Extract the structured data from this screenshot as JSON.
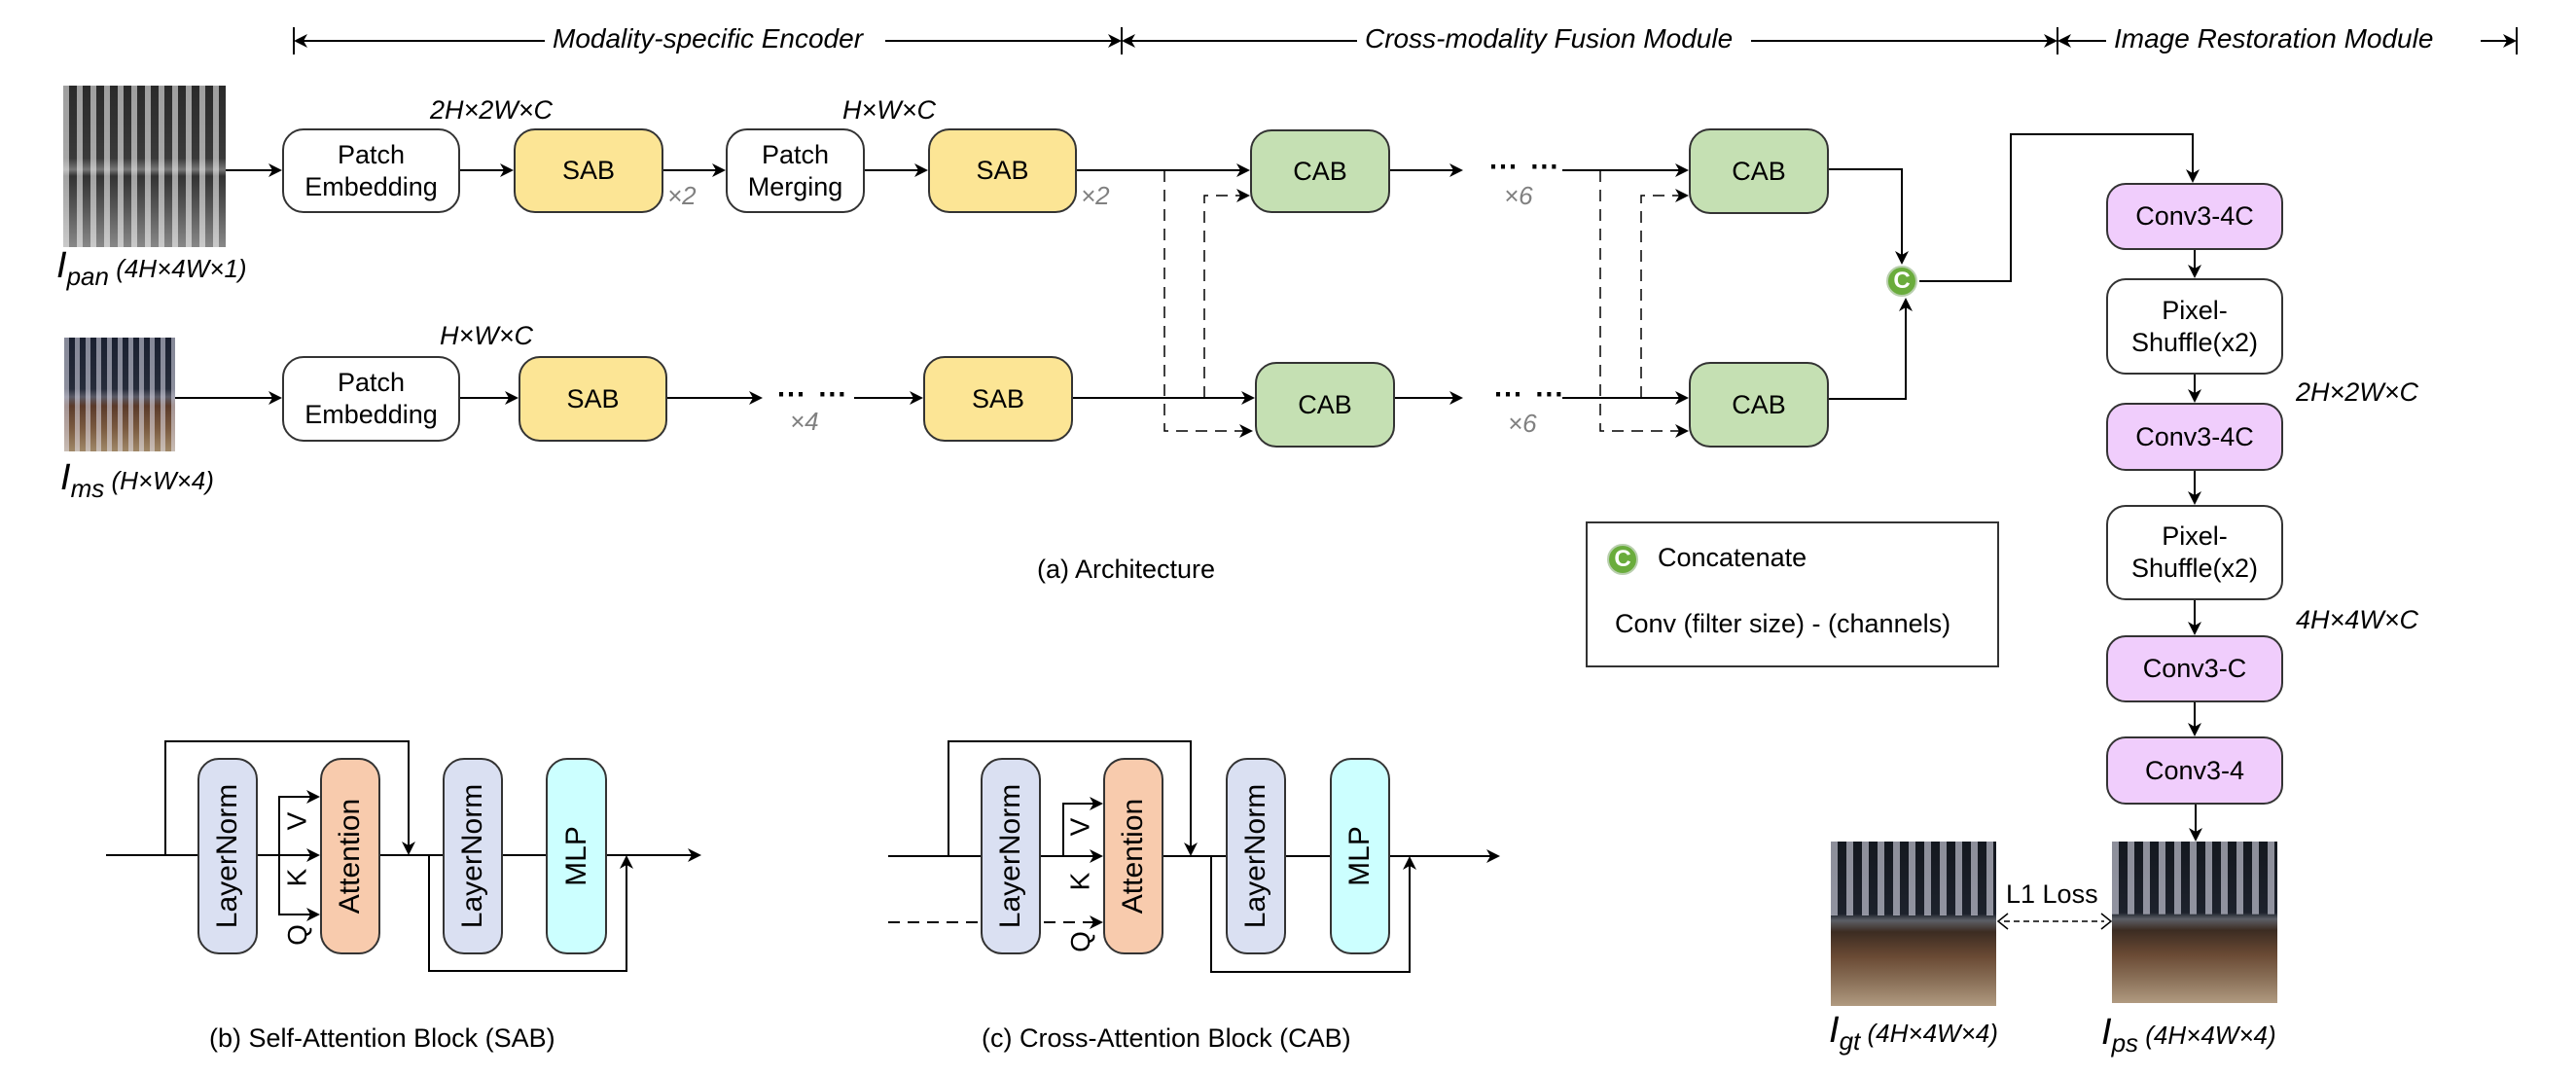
{
  "headers": {
    "encoder": "Modality-specific Encoder",
    "fusion": "Cross-modality Fusion Module",
    "restoration": "Image Restoration Module"
  },
  "inputs": {
    "pan": {
      "symbol": "I",
      "sub": "pan",
      "shape": "(4H×4W×1)"
    },
    "ms": {
      "symbol": "I",
      "sub": "ms",
      "shape": "(H×W×4)"
    }
  },
  "pan_branch": {
    "patch_embedding": "Patch\nEmbedding",
    "dim1": "2H×2W×C",
    "sab1": "SAB",
    "rep1": "×2",
    "patch_merging": "Patch\nMerging",
    "dim2": "H×W×C",
    "sab2": "SAB",
    "rep2": "×2"
  },
  "ms_branch": {
    "patch_embedding": "Patch\nEmbedding",
    "dim": "H×W×C",
    "sab1": "SAB",
    "dots": "⋯ ⋯",
    "rep": "×4",
    "sab2": "SAB"
  },
  "fusion": {
    "cab": "CAB",
    "dots": "⋯ ⋯",
    "rep": "×6",
    "concat_symbol": "C"
  },
  "restoration": {
    "blocks": [
      "Conv3-4C",
      "Pixel-\nShuffle(x2)",
      "Conv3-4C",
      "Pixel-\nShuffle(x2)",
      "Conv3-C",
      "Conv3-4"
    ],
    "dim1": "2H×2W×C",
    "dim2": "4H×4W×C"
  },
  "legend": {
    "concat_symbol": "C",
    "concat_label": "Concatenate",
    "conv_label": "Conv (filter size) - (channels)"
  },
  "outputs": {
    "gt": {
      "symbol": "I",
      "sub": "gt",
      "shape": "(4H×4W×4)"
    },
    "ps": {
      "symbol": "I",
      "sub": "ps",
      "shape": "(4H×4W×4)"
    },
    "loss": "L1 Loss"
  },
  "captions": {
    "a": "(a) Architecture",
    "b": "(b) Self-Attention Block (SAB)",
    "c": "(c) Cross-Attention Block (CAB)"
  },
  "block_detail": {
    "layernorm": "LayerNorm",
    "attention": "Attention",
    "mlp": "MLP",
    "q": "Q",
    "k": "K",
    "v": "V"
  },
  "colors": {
    "sab": "#fce595",
    "cab": "#c5e0b3",
    "conv": "#f0cdfc",
    "layernorm": "#dae0f2",
    "attention": "#f8cbad",
    "mlp": "#ccffff",
    "concat": "#6aac3c"
  }
}
